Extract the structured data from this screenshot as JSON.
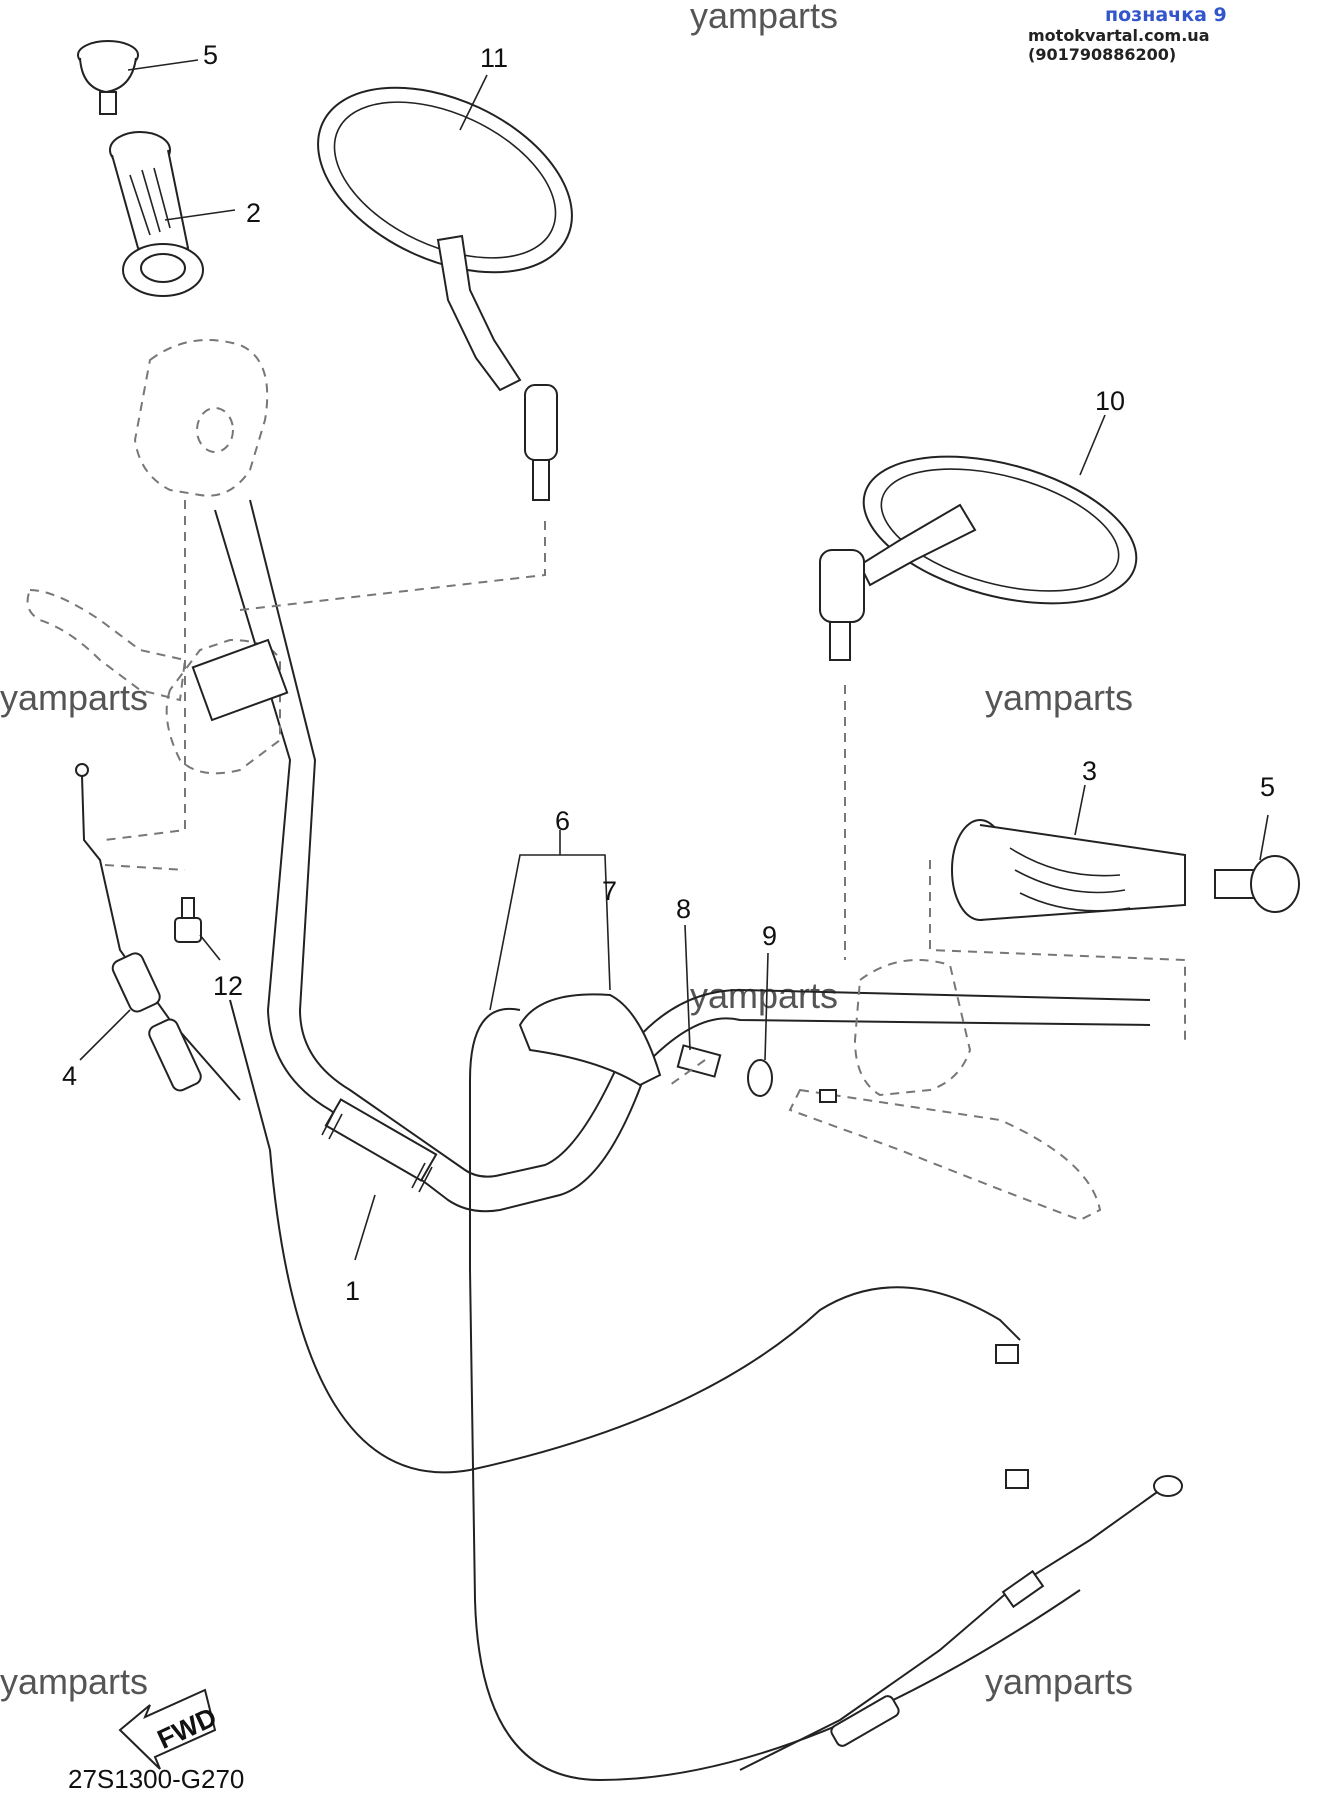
{
  "header": {
    "tag": "позначка 9",
    "source": "motokvartal.com.ua (901790886200)"
  },
  "watermark": "yamparts",
  "diagram_code": "27S1300-G270",
  "fwd_label": "FWD",
  "callouts": {
    "handlebar": "1",
    "left_grip": "2",
    "right_grip": "3",
    "clutch_cable": "4",
    "bar_end_left": "5",
    "bar_end_right": "5",
    "cable_guide_6": "6",
    "cable_guide_7": "7",
    "adjuster_8": "8",
    "locknut_9": "9",
    "mirror_right": "10",
    "mirror_left": "11",
    "bolt_12": "12"
  }
}
